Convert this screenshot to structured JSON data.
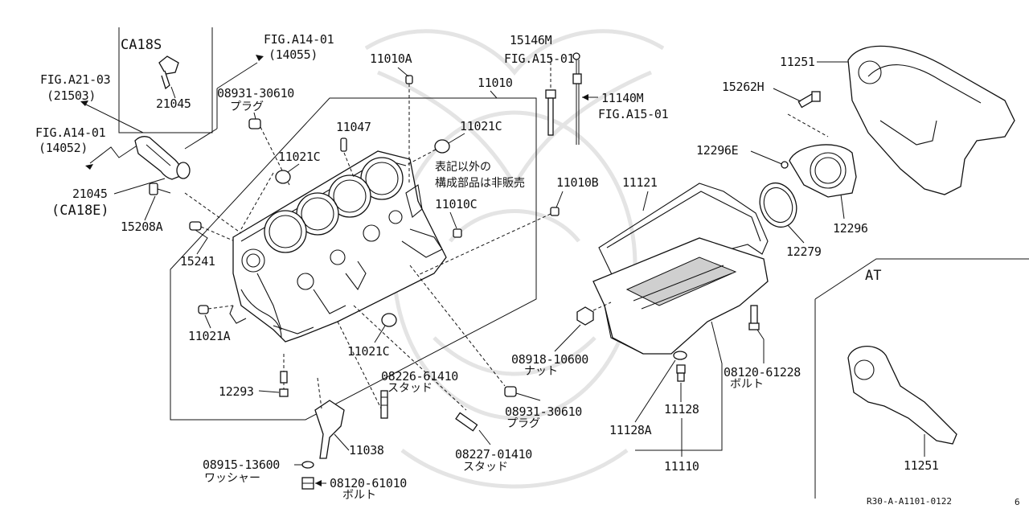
{
  "labels": {
    "ca18s": "CA18S",
    "ca18e": "(CA18E)",
    "fig_a14_01_top": "FIG.A14-01",
    "ref_14055": "(14055)",
    "fig_a21_03": "FIG.A21-03",
    "ref_21503": "(21503)",
    "fig_a14_01_left": "FIG.A14-01",
    "ref_14052": "(14052)",
    "p21045_inset": "21045",
    "p21045": "21045",
    "p15208a": "15208A",
    "p15241": "15241",
    "p11021a": "11021A",
    "p12293": "12293",
    "p08931_30610_top": "08931-30610",
    "plug_top": "プラグ",
    "p11047": "11047",
    "p11021c_a": "11021C",
    "p11021c_b": "11021C",
    "p11021c_c": "11021C",
    "p11010a": "11010A",
    "p11010": "11010",
    "p11010b": "11010B",
    "p11010c": "11010C",
    "note_line1": "表記以外の",
    "note_line2": "構成部品は非販売",
    "p15146m": "15146M",
    "fig_a15_01_a": "FIG.A15-01",
    "p11140m": "11140M",
    "fig_a15_01_b": "FIG.A15-01",
    "p15262h": "15262H",
    "p11251_top": "11251",
    "p12296e": "12296E",
    "p12296": "12296",
    "p12279": "12279",
    "p11121": "11121",
    "p08918_10600": "08918-10600",
    "nut": "ナット",
    "p08931_30610_b": "08931-30610",
    "plug_b": "プラグ",
    "p08226_61410": "08226-61410",
    "stud_a": "スタッド",
    "p08227_01410": "08227-01410",
    "stud_b": "スタッド",
    "p11038": "11038",
    "p08915_13600": "08915-13600",
    "washer": "ワッシャー",
    "p08120_61010": "08120-61010",
    "bolt_a": "ボルト",
    "p08120_61228": "08120-61228",
    "bolt_b": "ボルト",
    "p11128": "11128",
    "p11128a": "11128A",
    "p11110": "11110",
    "at": "AT",
    "p11251_bottom": "11251",
    "ref_code": "R30-A-A1101-0122",
    "corner_mark": "6"
  }
}
